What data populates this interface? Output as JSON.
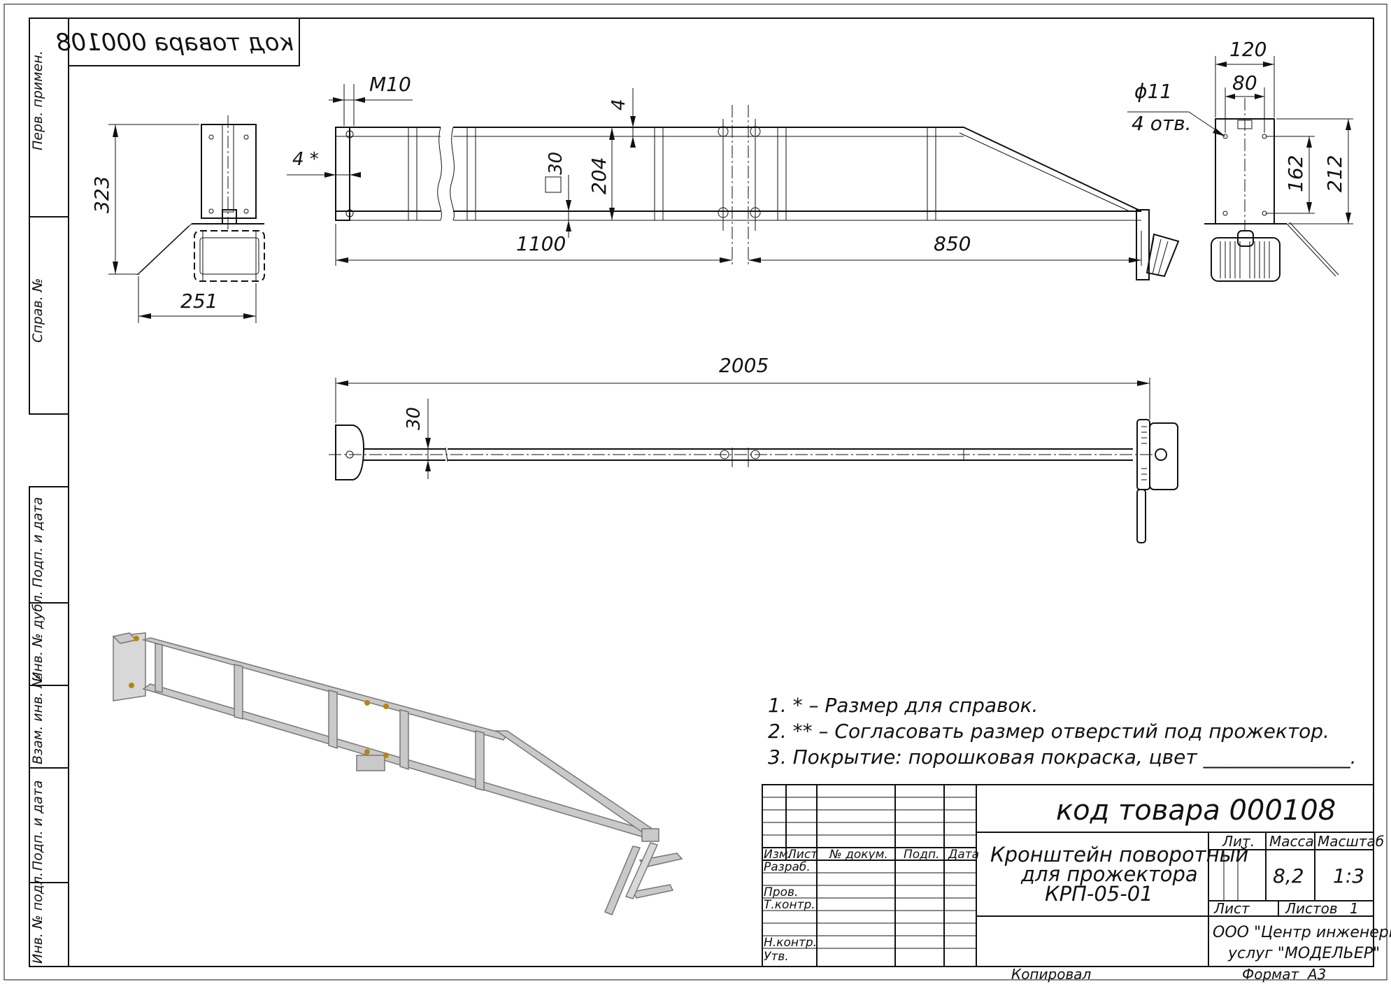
{
  "stamp_code_mirrored": "код товара 000108",
  "side_stamp": {
    "perv_primen": "Перв. примен.",
    "sprav_no": "Справ. №",
    "podp_i_data_1": "Подп. и дата",
    "inv_no_dubl": "Инв. № дубл.",
    "vzam_inv_no": "Взам. инв. №",
    "podp_i_data_2": "Подп. и дата",
    "inv_no_podl": "Инв. № подл."
  },
  "dimensions": {
    "d323": "323",
    "d251": "251",
    "m10": "М10",
    "d4star": "4 *",
    "d4": "4",
    "sq30": "30",
    "d204": "204",
    "d1100": "1100",
    "d850": "850",
    "phi11": "ϕ11",
    "holes": "4 отв.",
    "d120": "120",
    "d80": "80",
    "d162": "162",
    "d212": "212",
    "d2005": "2005",
    "d30": "30"
  },
  "notes": [
    "1.  * – Размер для справок.",
    "2.  ** – Согласовать размер отверстий под прожектор.",
    "3.  Покрытие: порошковая покраска, цвет _______________."
  ],
  "title_block": {
    "code": "код товара 000108",
    "name_line1": "Кронштейн поворотный",
    "name_line2": "для прожектора",
    "name_line3": "КРП-05-01",
    "col_izm": "Изм.",
    "col_list": "Лист",
    "col_docum": "№ докум.",
    "col_podp": "Подп.",
    "col_data": "Дата",
    "razrab": "Разраб.",
    "prov": "Пров.",
    "tkontr": "Т.контр.",
    "nkontr": "Н.контр.",
    "utv": "Утв.",
    "lit": "Лит.",
    "massa": "Масса",
    "masshtab": "Масштаб",
    "massa_value": "8,2",
    "masshtab_value": "1:3",
    "list_label": "Лист",
    "listov_label": "Листов",
    "listov_value": "1",
    "org_line1": "ООО \"Центр инженерных",
    "org_line2": "услуг \"МОДЕЛЬЕР\"",
    "kopiroval": "Копировал",
    "format_label": "Формат",
    "format_value": "А3"
  }
}
